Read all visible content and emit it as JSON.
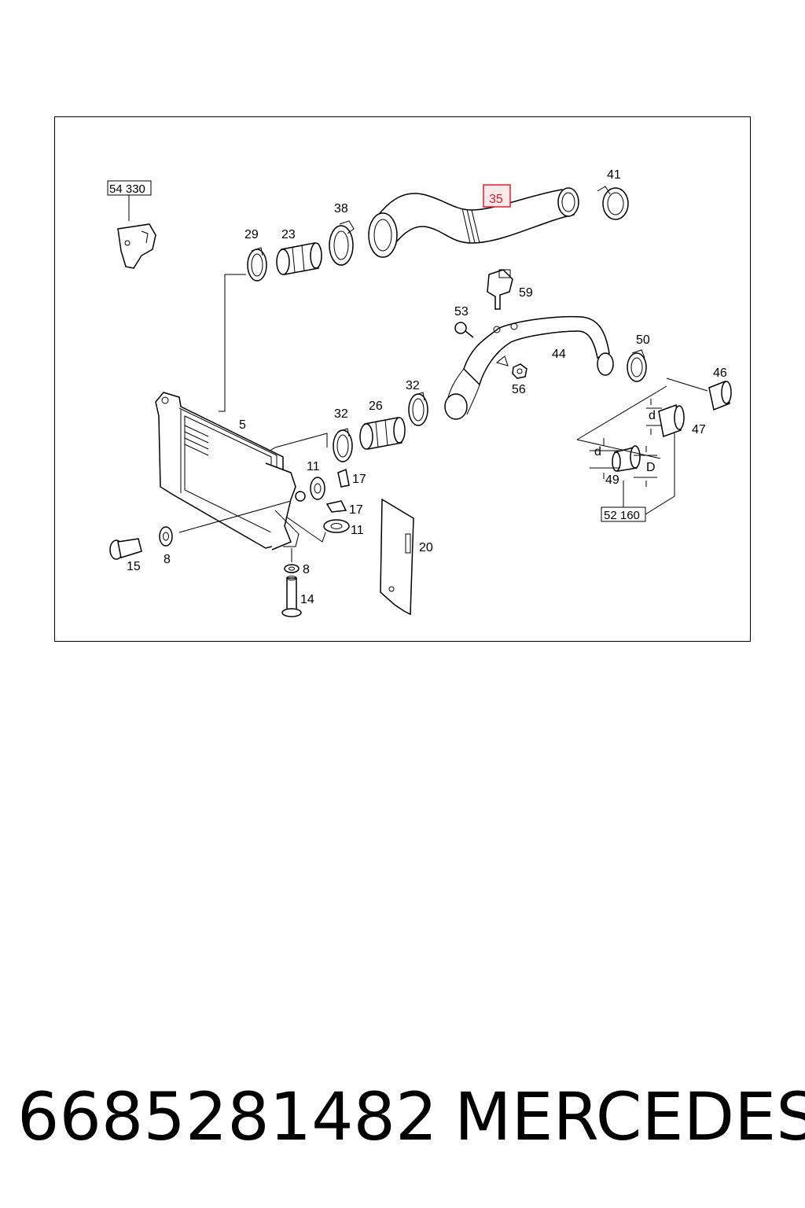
{
  "diagram": {
    "highlighted_part": "35",
    "reference_boxes": {
      "ref_top": "54 330",
      "ref_bottom": "52 160"
    },
    "part_numbers": {
      "p41": "41",
      "p35": "35",
      "p38": "38",
      "p29": "29",
      "p23": "23",
      "p59": "59",
      "p53": "53",
      "p44": "44",
      "p50": "50",
      "p46": "46",
      "p56": "56",
      "p32a": "32",
      "p32b": "32",
      "p26": "26",
      "p5": "5",
      "p47": "47",
      "p49": "49",
      "p11a": "11",
      "p11b": "11",
      "p17a": "17",
      "p17b": "17",
      "p20": "20",
      "p15": "15",
      "p8a": "8",
      "p8b": "8",
      "p14": "14",
      "dim_d1": "d",
      "dim_d2": "d",
      "dim_D": "D"
    },
    "highlight_color": "#e0202a"
  },
  "caption": {
    "part_number": "6685281482",
    "brand": "MERCEDES"
  }
}
